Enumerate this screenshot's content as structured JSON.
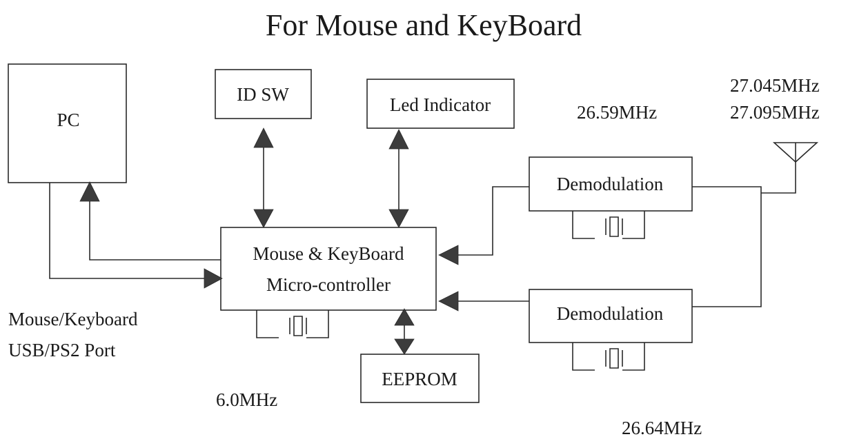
{
  "title": "For Mouse and KeyBoard",
  "blocks": {
    "pc": "PC",
    "id_sw": "ID SW",
    "led": "Led Indicator",
    "mcu_line1": "Mouse & KeyBoard",
    "mcu_line2": "Micro-controller",
    "eeprom": "EEPROM",
    "demod_top": "Demodulation",
    "demod_bottom": "Demodulation"
  },
  "labels": {
    "port_line1": "Mouse/Keyboard",
    "port_line2": "USB/PS2 Port",
    "mcu_crystal": "6.0MHz",
    "demod_top_crystal": "26.59MHz",
    "demod_bottom_crystal": "26.64MHz",
    "antenna_freq1": "27.045MHz",
    "antenna_freq2": "27.095MHz"
  },
  "icons": {
    "antenna": "antenna-icon",
    "crystal": "crystal-oscillator-icon"
  }
}
